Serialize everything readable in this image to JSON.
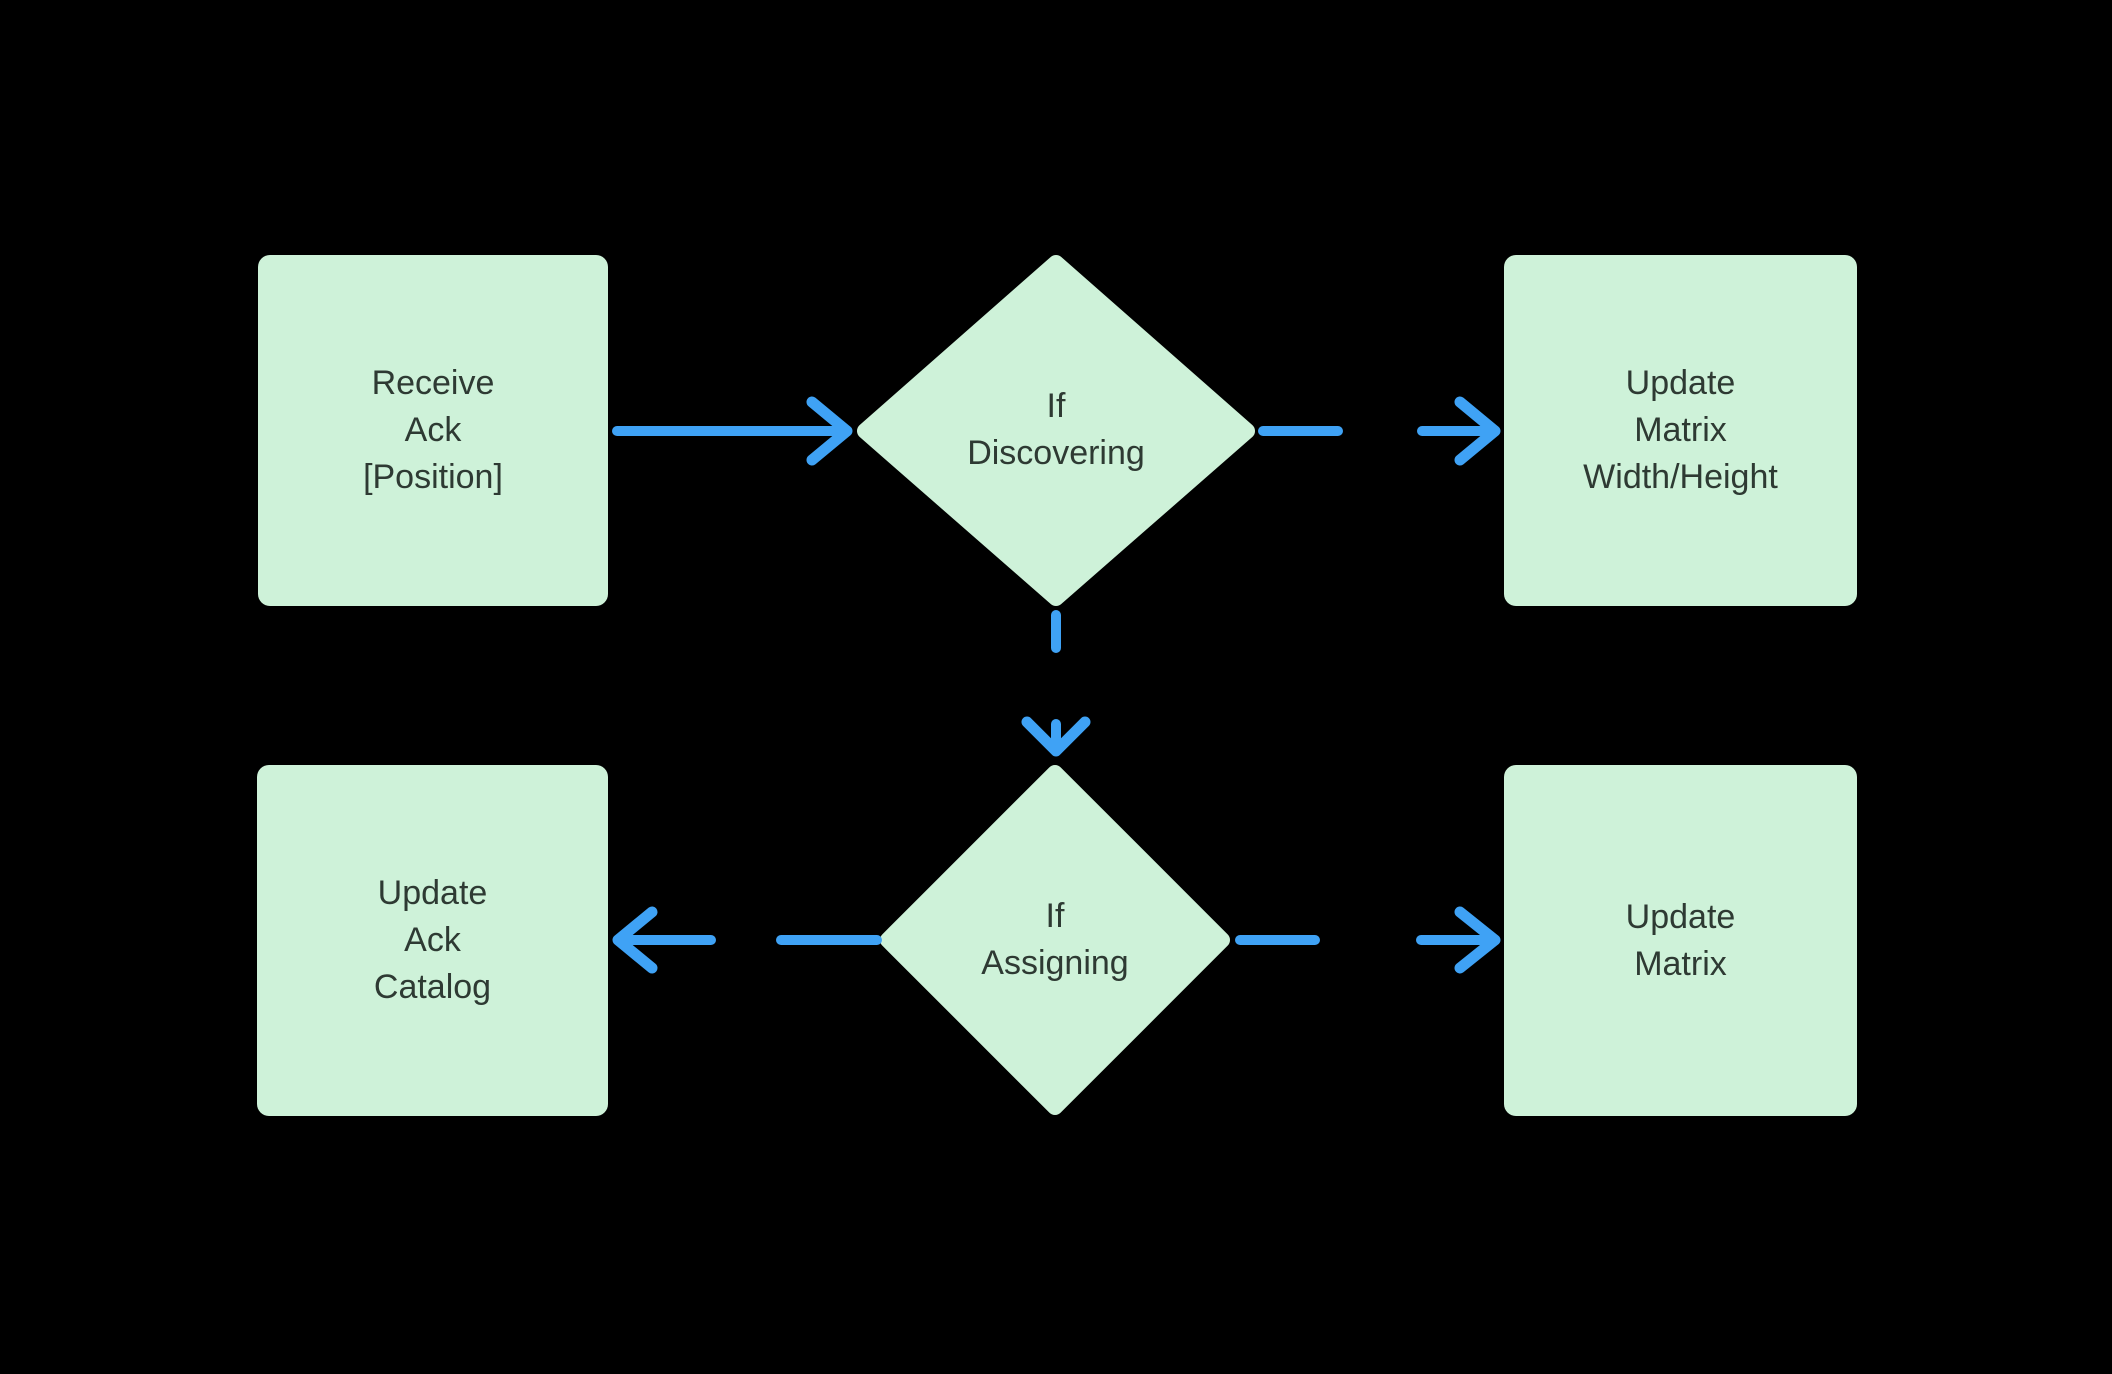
{
  "diagram": {
    "type": "flowchart",
    "colors": {
      "background": "#000000",
      "node_fill": "#CEF2D9",
      "arrow": "#3FA2F5",
      "text": "#2E3A33"
    },
    "nodes": [
      {
        "id": "receive-ack",
        "shape": "rect",
        "label": "Receive\nAck\n[Position]"
      },
      {
        "id": "if-discovering",
        "shape": "diamond",
        "label": "If\nDiscovering"
      },
      {
        "id": "update-matrix-width-height",
        "shape": "rect",
        "label": "Update\nMatrix\nWidth/Height"
      },
      {
        "id": "update-ack-catalog",
        "shape": "rect",
        "label": "Update\nAck\nCatalog"
      },
      {
        "id": "if-assigning",
        "shape": "diamond",
        "label": "If\nAssigning"
      },
      {
        "id": "update-matrix",
        "shape": "rect",
        "label": "Update\nMatrix"
      }
    ],
    "edges": [
      {
        "from": "receive-ack",
        "to": "if-discovering",
        "style": "solid",
        "direction": "right"
      },
      {
        "from": "if-discovering",
        "to": "update-matrix-width-height",
        "style": "dashed",
        "direction": "right"
      },
      {
        "from": "if-discovering",
        "to": "if-assigning",
        "style": "dashed",
        "direction": "down"
      },
      {
        "from": "if-assigning",
        "to": "update-ack-catalog",
        "style": "dashed",
        "direction": "left"
      },
      {
        "from": "if-assigning",
        "to": "update-matrix",
        "style": "dashed",
        "direction": "right"
      }
    ]
  }
}
